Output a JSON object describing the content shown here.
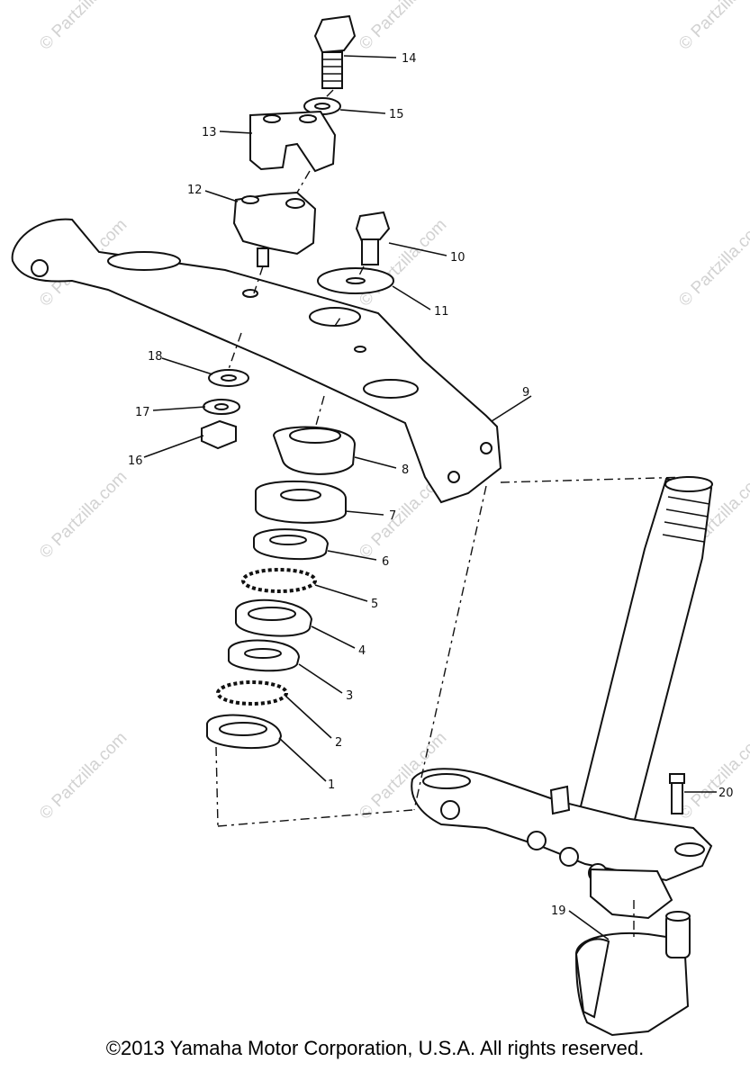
{
  "watermark": "© Partzilla.com",
  "callouts": [
    "1",
    "2",
    "3",
    "4",
    "5",
    "6",
    "7",
    "8",
    "9",
    "10",
    "11",
    "12",
    "13",
    "14",
    "15",
    "16",
    "17",
    "18",
    "19",
    "20"
  ],
  "copyright": "©2013 Yamaha Motor Corporation, U.S.A. All rights reserved."
}
